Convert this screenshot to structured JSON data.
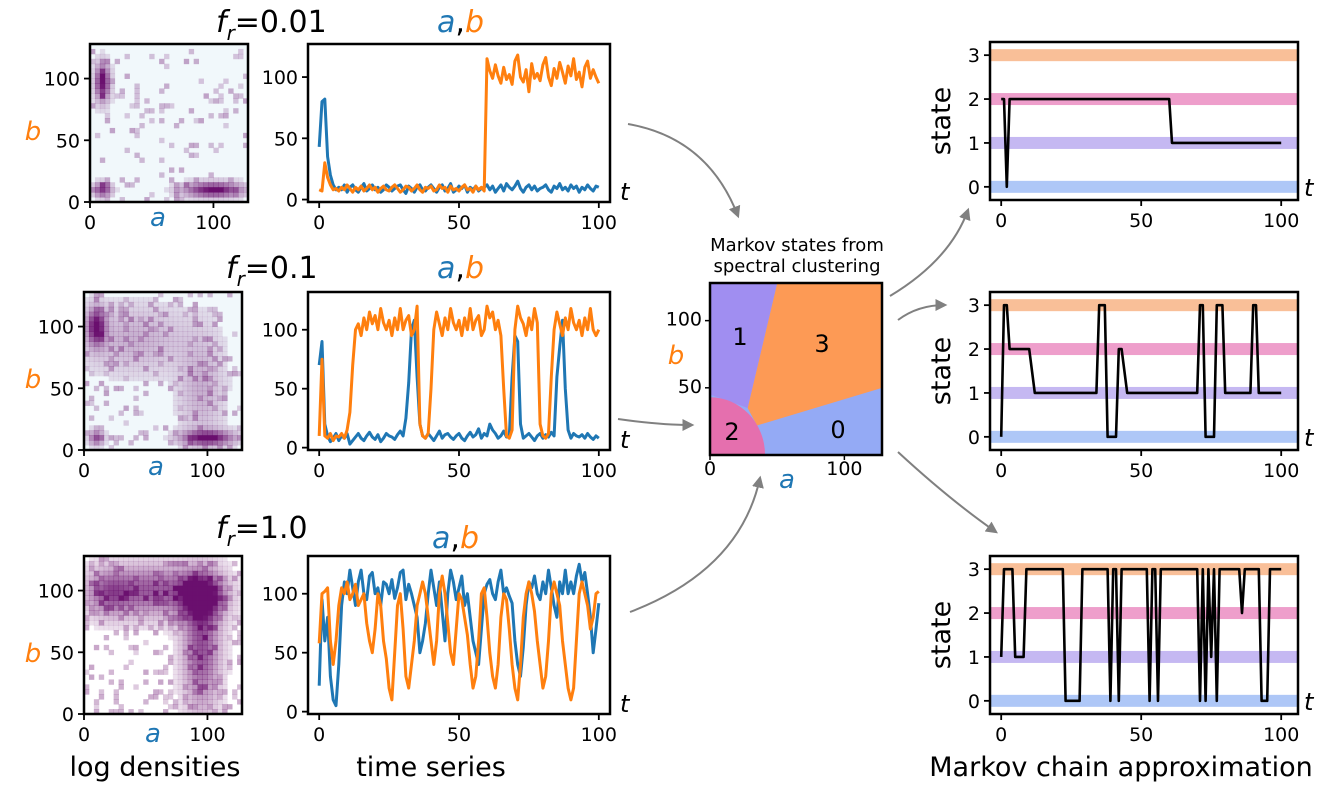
{
  "captions": {
    "log_densities": "log densities",
    "time_series": "time series",
    "markov_chain": "Markov chain approximation",
    "clustering_line1": "Markov states from",
    "clustering_line2": "spectral clustering"
  },
  "colors": {
    "a": "#1f77b4",
    "b": "#ff7f0e",
    "state0": "#aec7f7",
    "state1": "#c5b8f2",
    "state2": "#ee9ecb",
    "state3": "#f9bf98",
    "heat": "#6a0f6e",
    "cluster0": "#94aaf5",
    "cluster1": "#a08ef1",
    "cluster2": "#e56fae",
    "cluster3": "#fd9a55"
  },
  "chart_data": [
    {
      "id": "row1",
      "title": "f_r=0.01",
      "title_f": "f",
      "title_sub": "r",
      "title_val": "=0.01",
      "density": {
        "type": "heatmap",
        "xlabel": "a",
        "ylabel": "b",
        "xlim": [
          0,
          128
        ],
        "ylim": [
          0,
          128
        ],
        "x_ticks": [
          "0",
          "100"
        ],
        "y_ticks": [
          "0",
          "50",
          "100"
        ],
        "blobs": [
          [
            10,
            97,
            4,
            10,
            1.0
          ],
          [
            10,
            10,
            5,
            4,
            0.8
          ],
          [
            100,
            10,
            16,
            4,
            1.0
          ]
        ],
        "noise": 0.1
      },
      "series": {
        "type": "line",
        "xlabel": "t",
        "legend_a": "a",
        "legend_sep": ",",
        "legend_b": "b",
        "xlim": [
          -4,
          104
        ],
        "ylim": [
          -2,
          127
        ],
        "x_ticks": [
          "0",
          "50",
          "100"
        ],
        "y_ticks": [
          "0",
          "50",
          "100"
        ],
        "a": [
          43,
          80,
          82,
          35,
          20,
          12,
          8,
          10,
          8,
          12,
          6,
          10,
          12,
          8,
          6,
          10,
          13,
          7,
          9,
          12,
          8,
          10,
          6,
          8,
          12,
          10,
          7,
          9,
          11,
          12,
          8,
          5,
          11,
          9,
          6,
          10,
          12,
          8,
          7,
          10,
          12,
          9,
          6,
          10,
          12,
          7,
          9,
          13,
          6,
          8,
          11,
          9,
          12,
          6,
          10,
          8,
          11,
          7,
          9,
          10,
          12,
          8,
          11,
          6,
          9,
          12,
          7,
          13,
          10,
          8,
          11,
          15,
          9,
          6,
          10,
          12,
          8,
          11,
          7,
          9,
          10,
          12,
          8,
          6,
          11,
          9,
          13,
          8,
          10,
          7,
          12,
          9,
          11,
          6,
          10,
          8,
          12,
          9,
          7,
          11,
          10
        ],
        "b": [
          8,
          7,
          30,
          18,
          12,
          8,
          9,
          7,
          10,
          8,
          12,
          9,
          6,
          10,
          8,
          11,
          7,
          9,
          12,
          8,
          10,
          6,
          9,
          11,
          8,
          7,
          10,
          12,
          9,
          6,
          8,
          11,
          10,
          7,
          9,
          12,
          8,
          6,
          10,
          9,
          11,
          7,
          8,
          12,
          9,
          10,
          6,
          11,
          8,
          9,
          7,
          10,
          12,
          8,
          9,
          6,
          11,
          8,
          10,
          7,
          115,
          105,
          99,
          110,
          101,
          95,
          108,
          98,
          102,
          94,
          113,
          118,
          100,
          96,
          106,
          88,
          111,
          99,
          103,
          97,
          110,
          116,
          100,
          93,
          107,
          99,
          112,
          104,
          95,
          109,
          101,
          115,
          98,
          104,
          92,
          108,
          113,
          99,
          106,
          100,
          95
        ]
      },
      "markov": {
        "type": "line",
        "xlabel": "t",
        "ylabel": "state",
        "xlim": [
          -4,
          106
        ],
        "ylim": [
          -0.3,
          3.3
        ],
        "x_ticks": [
          "0",
          "50",
          "100"
        ],
        "y_ticks": [
          "0",
          "1",
          "2",
          "3"
        ],
        "steps": [
          [
            0,
            2
          ],
          [
            1,
            2
          ],
          [
            2,
            0
          ],
          [
            3,
            2
          ],
          [
            60,
            2
          ],
          [
            61,
            1
          ],
          [
            100,
            1
          ]
        ]
      }
    },
    {
      "id": "row2",
      "title": "f_r=0.1",
      "title_f": "f",
      "title_sub": "r",
      "title_val": "=0.1",
      "density": {
        "type": "heatmap",
        "xlabel": "a",
        "ylabel": "b",
        "xlim": [
          0,
          128
        ],
        "ylim": [
          0,
          128
        ],
        "x_ticks": [
          "0",
          "100"
        ],
        "y_ticks": [
          "0",
          "50",
          "100"
        ],
        "blobs": [
          [
            10,
            100,
            5,
            10,
            1.0
          ],
          [
            10,
            10,
            4,
            4,
            0.7
          ],
          [
            100,
            10,
            14,
            4,
            1.0
          ],
          [
            40,
            90,
            30,
            18,
            0.25
          ],
          [
            95,
            50,
            12,
            30,
            0.25
          ]
        ],
        "noise": 0.18
      },
      "series": {
        "type": "line",
        "xlabel": "t",
        "legend_a": "a",
        "legend_sep": ",",
        "legend_b": "b",
        "xlim": [
          -4,
          104
        ],
        "ylim": [
          -2,
          132
        ],
        "x_ticks": [
          "0",
          "50",
          "100"
        ],
        "y_ticks": [
          "0",
          "50",
          "100"
        ],
        "a": [
          70,
          90,
          20,
          10,
          5,
          8,
          12,
          6,
          10,
          8,
          12,
          3,
          6,
          9,
          12,
          8,
          6,
          10,
          13,
          9,
          7,
          11,
          5,
          8,
          12,
          10,
          9,
          7,
          11,
          14,
          10,
          25,
          55,
          100,
          108,
          60,
          20,
          10,
          8,
          12,
          9,
          6,
          10,
          14,
          8,
          11,
          12,
          9,
          7,
          10,
          12,
          8,
          6,
          10,
          13,
          9,
          11,
          16,
          8,
          12,
          10,
          20,
          15,
          12,
          8,
          10,
          14,
          9,
          10,
          60,
          95,
          90,
          20,
          8,
          10,
          12,
          9,
          6,
          10,
          12,
          8,
          11,
          9,
          13,
          10,
          60,
          85,
          108,
          50,
          15,
          8,
          12,
          10,
          9,
          11,
          8,
          12,
          9,
          7,
          10,
          8
        ],
        "b": [
          10,
          75,
          10,
          8,
          12,
          6,
          10,
          9,
          12,
          8,
          15,
          30,
          70,
          100,
          105,
          95,
          110,
          100,
          115,
          105,
          112,
          100,
          118,
          106,
          100,
          108,
          95,
          110,
          100,
          118,
          100,
          108,
          112,
          95,
          100,
          120,
          20,
          10,
          8,
          12,
          50,
          100,
          115,
          105,
          95,
          110,
          100,
          118,
          106,
          100,
          108,
          95,
          110,
          100,
          118,
          100,
          108,
          112,
          95,
          100,
          120,
          110,
          115,
          100,
          108,
          95,
          50,
          10,
          8,
          15,
          100,
          120,
          110,
          105,
          95,
          110,
          100,
          118,
          106,
          20,
          10,
          8,
          12,
          60,
          100,
          115,
          105,
          95,
          110,
          100,
          118,
          106,
          100,
          108,
          95,
          110,
          100,
          118,
          100,
          95,
          100
        ]
      },
      "markov": {
        "type": "line",
        "xlabel": "t",
        "ylabel": "state",
        "xlim": [
          -4,
          106
        ],
        "ylim": [
          -0.3,
          3.3
        ],
        "x_ticks": [
          "0",
          "50",
          "100"
        ],
        "y_ticks": [
          "0",
          "1",
          "2",
          "3"
        ],
        "steps": [
          [
            0,
            0
          ],
          [
            1,
            3
          ],
          [
            2,
            3
          ],
          [
            3,
            2
          ],
          [
            10,
            2
          ],
          [
            12,
            1
          ],
          [
            34,
            1
          ],
          [
            35,
            3
          ],
          [
            37,
            3
          ],
          [
            38,
            0
          ],
          [
            41,
            0
          ],
          [
            42,
            2
          ],
          [
            43,
            2
          ],
          [
            45,
            1
          ],
          [
            70,
            1
          ],
          [
            71,
            3
          ],
          [
            72,
            3
          ],
          [
            73,
            0
          ],
          [
            76,
            0
          ],
          [
            77,
            3
          ],
          [
            79,
            3
          ],
          [
            80,
            1
          ],
          [
            89,
            1
          ],
          [
            90,
            3
          ],
          [
            91,
            3
          ],
          [
            92,
            1
          ],
          [
            100,
            1
          ]
        ]
      }
    },
    {
      "id": "row3",
      "title": "f_r=1.0",
      "title_f": "f",
      "title_sub": "r",
      "title_val": "=1.0",
      "density": {
        "type": "heatmap",
        "xlabel": "a",
        "ylabel": "b",
        "xlim": [
          0,
          128
        ],
        "ylim": [
          0,
          128
        ],
        "x_ticks": [
          "0",
          "100"
        ],
        "y_ticks": [
          "0",
          "50",
          "100"
        ],
        "blobs": [
          [
            55,
            100,
            30,
            14,
            0.65
          ],
          [
            95,
            95,
            12,
            12,
            1.0
          ],
          [
            95,
            55,
            10,
            35,
            0.7
          ],
          [
            20,
            98,
            12,
            12,
            0.45
          ]
        ],
        "noise": 0.25
      },
      "series": {
        "type": "line",
        "xlabel": "t",
        "legend_a": "a",
        "legend_sep": ",",
        "legend_b": "b",
        "xlim": [
          -4,
          104
        ],
        "ylim": [
          -2,
          132
        ],
        "x_ticks": [
          "0",
          "50",
          "100"
        ],
        "y_ticks": [
          "0",
          "50",
          "100"
        ],
        "a": [
          22,
          95,
          60,
          80,
          30,
          10,
          5,
          40,
          90,
          110,
          100,
          120,
          105,
          90,
          110,
          120,
          100,
          95,
          115,
          118,
          100,
          105,
          90,
          110,
          108,
          100,
          112,
          96,
          105,
          118,
          120,
          95,
          108,
          100,
          90,
          80,
          50,
          60,
          75,
          100,
          120,
          105,
          90,
          110,
          85,
          60,
          100,
          120,
          110,
          95,
          105,
          115,
          90,
          100,
          80,
          60,
          50,
          40,
          70,
          100,
          108,
          112,
          100,
          95,
          110,
          120,
          100,
          105,
          98,
          92,
          60,
          40,
          30,
          55,
          90,
          110,
          105,
          115,
          100,
          95,
          110,
          100,
          120,
          105,
          90,
          80,
          110,
          100,
          120,
          100,
          110,
          100,
          115,
          125,
          110,
          118,
          100,
          80,
          50,
          70,
          92
        ],
        "b": [
          58,
          100,
          102,
          105,
          60,
          40,
          60,
          90,
          105,
          100,
          110,
          95,
          100,
          108,
          90,
          95,
          100,
          75,
          60,
          50,
          70,
          100,
          90,
          60,
          45,
          20,
          10,
          50,
          90,
          100,
          70,
          30,
          20,
          40,
          60,
          90,
          100,
          110,
          100,
          80,
          60,
          40,
          60,
          100,
          115,
          100,
          75,
          50,
          40,
          70,
          100,
          95,
          80,
          65,
          40,
          20,
          30,
          60,
          100,
          105,
          80,
          50,
          30,
          20,
          40,
          80,
          100,
          95,
          70,
          40,
          20,
          10,
          40,
          80,
          100,
          110,
          100,
          85,
          60,
          40,
          20,
          30,
          60,
          100,
          110,
          100,
          90,
          60,
          40,
          20,
          10,
          20,
          60,
          100,
          110,
          100,
          90,
          70,
          80,
          100,
          102
        ]
      },
      "markov": {
        "type": "line",
        "xlabel": "t",
        "ylabel": "state",
        "xlim": [
          -4,
          106
        ],
        "ylim": [
          -0.3,
          3.3
        ],
        "x_ticks": [
          "0",
          "50",
          "100"
        ],
        "y_ticks": [
          "0",
          "1",
          "2",
          "3"
        ],
        "steps": [
          [
            0,
            1
          ],
          [
            1,
            3
          ],
          [
            4,
            3
          ],
          [
            5,
            1
          ],
          [
            8,
            1
          ],
          [
            9,
            3
          ],
          [
            22,
            3
          ],
          [
            23,
            0
          ],
          [
            28,
            0
          ],
          [
            29,
            3
          ],
          [
            38,
            3
          ],
          [
            39,
            0
          ],
          [
            40,
            3
          ],
          [
            41,
            3
          ],
          [
            42,
            0
          ],
          [
            43,
            3
          ],
          [
            52,
            3
          ],
          [
            53,
            0
          ],
          [
            54,
            3
          ],
          [
            55,
            3
          ],
          [
            56,
            0
          ],
          [
            57,
            3
          ],
          [
            70,
            3
          ],
          [
            71,
            0
          ],
          [
            72,
            3
          ],
          [
            73,
            0
          ],
          [
            74,
            3
          ],
          [
            75,
            1
          ],
          [
            76,
            3
          ],
          [
            77,
            0
          ],
          [
            78,
            3
          ],
          [
            85,
            3
          ],
          [
            86,
            2
          ],
          [
            87,
            3
          ],
          [
            92,
            3
          ],
          [
            93,
            0
          ],
          [
            95,
            0
          ],
          [
            96,
            3
          ],
          [
            100,
            3
          ]
        ]
      }
    },
    {
      "id": "clustering",
      "type": "heatmap",
      "xlabel": "a",
      "ylabel": "b",
      "xlim": [
        0,
        128
      ],
      "ylim": [
        0,
        128
      ],
      "x_ticks": [
        "0",
        "100"
      ],
      "y_ticks": [
        "50",
        "100"
      ],
      "regions": [
        "0",
        "1",
        "2",
        "3"
      ]
    }
  ]
}
